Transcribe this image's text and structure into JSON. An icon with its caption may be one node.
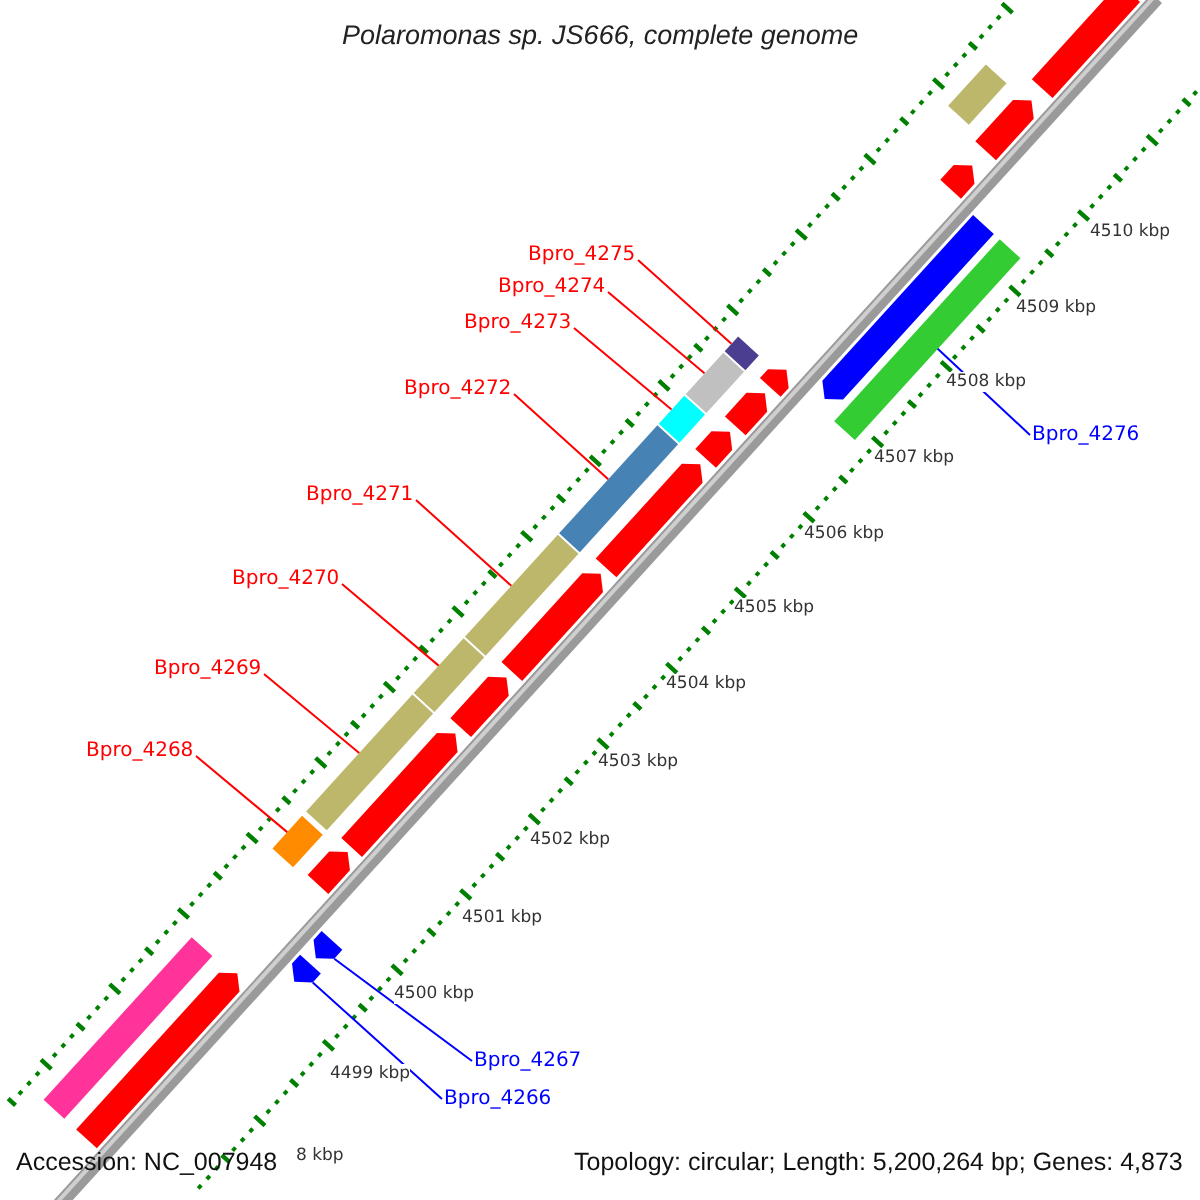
{
  "diagram": {
    "title": "Polaromonas sp. JS666, complete genome",
    "nodes": [
      {
        "text": [
          "Bpro_4275"
        ]
      },
      {
        "text": [
          "Bpro_4274"
        ]
      },
      {
        "text": [
          "Bpro_4273"
        ]
      },
      {
        "text": [
          "Bpro_4276"
        ]
      },
      {
        "text": [
          "Bpro_4272"
        ]
      },
      {
        "text": [
          "Bpro_4271"
        ]
      },
      {
        "text": [
          "Bpro_4270"
        ]
      },
      {
        "text": [
          "Bpro_4269"
        ]
      },
      {
        "text": [
          "Bpro_4268"
        ]
      },
      {
        "text": [
          "Bpro_4267"
        ]
      },
      {
        "text": [
          "Bpro_4266"
        ]
      },
      {
        "text": [],
        "shape": "bar"
      },
      {
        "text": [],
        "shape": "bar"
      },
      {
        "text": [],
        "shape": "bar"
      },
      {
        "text": [],
        "shape": "bar"
      },
      {
        "text": [],
        "shape": "bar"
      },
      {
        "text": [],
        "shape": "bar"
      },
      {
        "text": [],
        "shape": "bar"
      },
      {
        "text": [],
        "shape": "bar"
      },
      {
        "text": [],
        "shape": "bar"
      },
      {
        "text": [],
        "shape": "arrow"
      },
      {
        "text": [],
        "shape": "arrow"
      },
      {
        "text": [],
        "shape": "arrow"
      },
      {
        "text": [],
        "shape": "bar"
      },
      {
        "text": [],
        "shape": "arrow"
      },
      {
        "text": [],
        "shape": "arrow"
      },
      {
        "text": [],
        "shape": "arrow"
      },
      {
        "text": [],
        "shape": "arrow"
      },
      {
        "text": [],
        "shape": "arrow"
      },
      {
        "text": [],
        "shape": "arrow"
      },
      {
        "text": [],
        "shape": "arrow"
      },
      {
        "text": [],
        "shape": "arrow"
      },
      {
        "text": [],
        "shape": "arrow"
      },
      {
        "text": [],
        "shape": "arrow"
      },
      {
        "text": [],
        "shape": "arrow"
      },
      {
        "text": [],
        "shape": "bar"
      },
      {
        "text": [],
        "shape": "bar"
      }
    ],
    "edges": [
      {
        "from": 0,
        "to": 11,
        "arrow": "none"
      },
      {
        "from": 1,
        "to": 12,
        "arrow": "none"
      },
      {
        "from": 2,
        "to": 13,
        "arrow": "none"
      },
      {
        "from": 3,
        "to": 14,
        "arrow": "none",
        "color": "#0000ff"
      },
      {
        "from": 4,
        "to": 15,
        "arrow": "none"
      },
      {
        "from": 5,
        "to": 16,
        "arrow": "none"
      },
      {
        "from": 6,
        "to": 17,
        "arrow": "none"
      },
      {
        "from": 7,
        "to": 18,
        "arrow": "none"
      },
      {
        "from": 8,
        "to": 19,
        "arrow": "none"
      },
      {
        "from": 9,
        "to": 20,
        "arrow": "none",
        "color": "#0000ff"
      },
      {
        "from": 10,
        "to": 21,
        "arrow": "none",
        "color": "#0000ff"
      }
    ],
    "labels": [
      "4510 kbp",
      "4509 kbp",
      "4508 kbp",
      "4507 kbp",
      "4506 kbp",
      "4505 kbp",
      "4504 kbp",
      "4503 kbp",
      "4502 kbp",
      "4501 kbp",
      "4500 kbp",
      "4499 kbp",
      "8 kbp",
      "Accession: NC_007948",
      "Topology: circular; Length: 5,200,264 bp; Genes: 4,873"
    ]
  }
}
